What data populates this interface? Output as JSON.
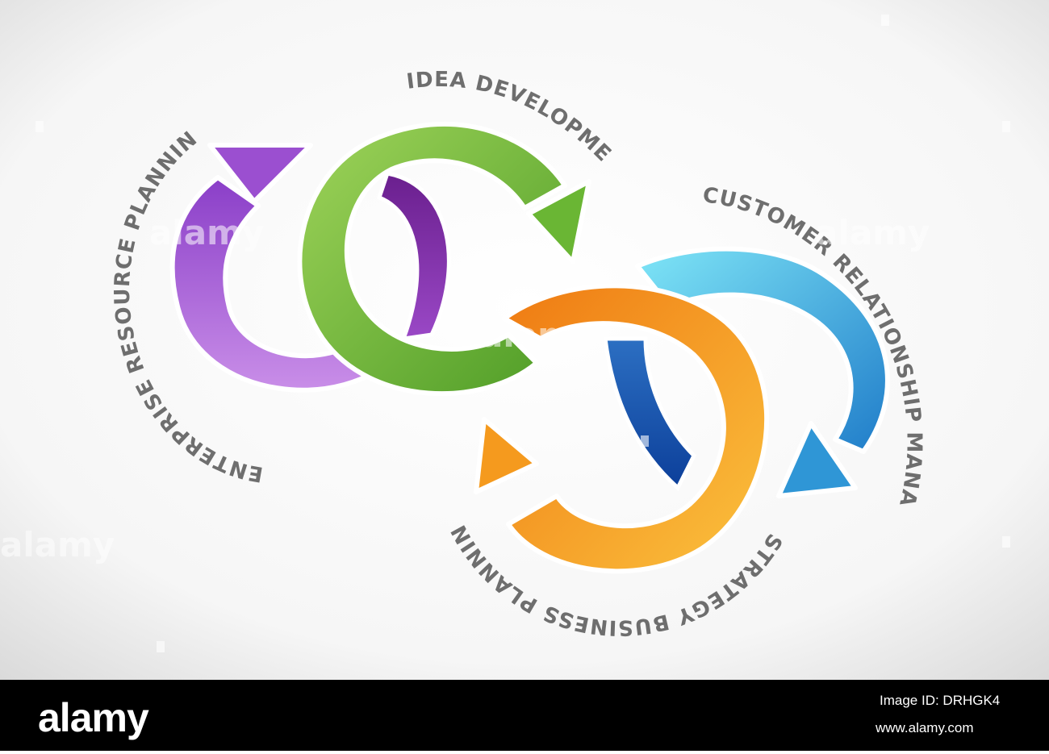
{
  "diagram": {
    "labels": {
      "erp": "ENTERPRISE RESOURCE PLANNING",
      "idea": "IDEA DEVELOPMENT",
      "crm": "CUSTOMER RELATIONSHIP MANAGEMENT",
      "sbp": "STRATEGY BUSINESS PLANNING"
    },
    "colors": {
      "purple": "#a24fd4",
      "green": "#8ac43a",
      "blue": "#2a8fd4",
      "orange": "#f4a32a",
      "label": "#6e6e6e"
    }
  },
  "watermark": {
    "text": "alamy",
    "footer_logo": "alamy",
    "image_id": "Image ID: DRHGK4",
    "url": "www.alamy.com"
  }
}
